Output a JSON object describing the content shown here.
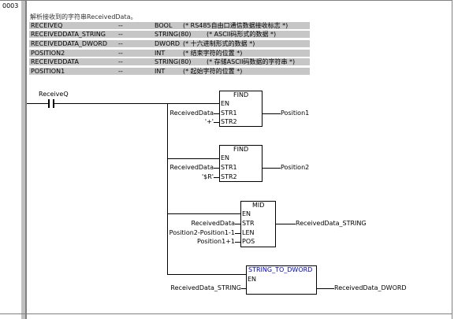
{
  "rung": {
    "number": "0003"
  },
  "comment": "解析接收到的字符串ReceivedData。",
  "variables": [
    {
      "name": "RECEIVEQ",
      "sep": "--",
      "type": "BOOL",
      "comment": "(*  RS485自由口通信数据接收标志 *)"
    },
    {
      "name": "RECEIVEDDATA_STRING",
      "sep": "--",
      "type": "STRING(80)",
      "comment": "(*  ASCII码形式的数据 *)"
    },
    {
      "name": "RECEIVEDDATA_DWORD",
      "sep": "--",
      "type": "DWORD",
      "comment": "(*  十六进制形式的数据 *)"
    },
    {
      "name": "POSITION2",
      "sep": "--",
      "type": "INT",
      "comment": "(*  结束字符的位置 *)"
    },
    {
      "name": "RECEIVEDDATA",
      "sep": "--",
      "type": "STRING(80)",
      "comment": "(*  存储ASCII码数据的字符串 *)"
    },
    {
      "name": "POSITION1",
      "sep": "--",
      "type": "INT",
      "comment": "(*  起始字符的位置 *)"
    }
  ],
  "contact": {
    "label": "ReceiveQ"
  },
  "blocks": {
    "find1": {
      "title": "FIND",
      "pins": [
        "EN",
        "STR1",
        "STR2"
      ],
      "inputs": [
        "ReceivedData",
        "'+'"
      ],
      "output": "Position1"
    },
    "find2": {
      "title": "FIND",
      "pins": [
        "EN",
        "STR1",
        "STR2"
      ],
      "inputs": [
        "ReceivedData",
        "'$R'"
      ],
      "output": "Position2"
    },
    "mid": {
      "title": "MID",
      "pins": [
        "EN",
        "STR",
        "LEN",
        "POS"
      ],
      "inputs": [
        "ReceivedData",
        "Position2-Position1-1",
        "Position1+1"
      ],
      "output": "ReceivedData_STRING"
    },
    "s2d": {
      "title": "STRING_TO_DWORD",
      "pins": [
        "EN"
      ],
      "inputs": [
        "ReceivedData_STRING"
      ],
      "output": "ReceivedData_DWORD"
    }
  },
  "colors": {
    "sidebar": "#c0c0c0",
    "highlight": "#c6c6c6",
    "title_link": "#0000cc"
  }
}
